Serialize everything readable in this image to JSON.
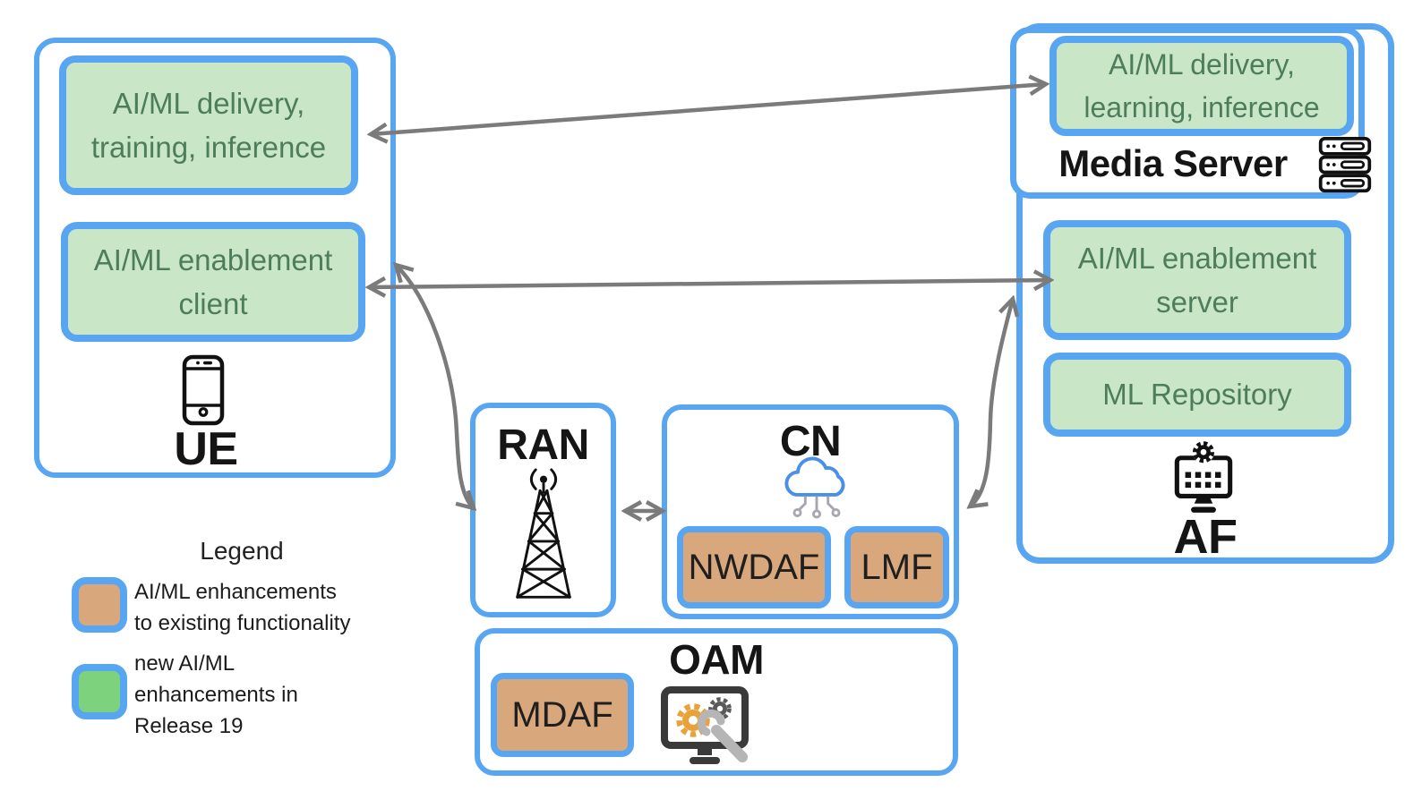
{
  "colors": {
    "accent_blue": "#58A6F2",
    "box_green": "#C9E7C7",
    "green_text": "#4E7D5B",
    "tan": "#D8A87C",
    "legend_green": "#7DD37D",
    "arrow_gray": "#7B7B7B",
    "title_black": "#151515"
  },
  "ue": {
    "label": "UE",
    "icon": "smartphone-icon",
    "boxes": [
      {
        "label": "AI/ML delivery,\ntraining, inference"
      },
      {
        "label": "AI/ML enablement\nclient"
      }
    ]
  },
  "ran": {
    "label": "RAN",
    "icon": "radio-tower-icon"
  },
  "cn": {
    "label": "CN",
    "icon": "cloud-network-icon",
    "boxes": [
      {
        "label": "NWDAF"
      },
      {
        "label": "LMF"
      }
    ]
  },
  "oam": {
    "label": "OAM",
    "icon": "monitor-gears-wrench-icon",
    "boxes": [
      {
        "label": "MDAF"
      }
    ]
  },
  "media_server": {
    "label": "Media Server",
    "icon": "server-rack-icon",
    "boxes": [
      {
        "label": "AI/ML delivery,\nlearning, inference"
      }
    ]
  },
  "af": {
    "label": "AF",
    "icon": "monitor-gear-icon",
    "boxes": [
      {
        "label": "AI/ML enablement\nserver"
      },
      {
        "label": "ML Repository"
      }
    ]
  },
  "legend": {
    "title": "Legend",
    "items": [
      {
        "swatch_color": "tan",
        "label": "AI/ML enhancements\nto existing functionality"
      },
      {
        "swatch_color": "legend_green",
        "label": "new AI/ML\nenhancements in\nRelease 19"
      }
    ]
  },
  "connections": [
    {
      "from": "media-server-delivery",
      "to": "ue-delivery",
      "style": "bidirectional"
    },
    {
      "from": "af-enablement-server",
      "to": "ue-enablement-client",
      "style": "bidirectional"
    },
    {
      "from": "ue",
      "to": "ran",
      "style": "bidirectional-curve"
    },
    {
      "from": "ran",
      "to": "cn",
      "style": "bidirectional"
    },
    {
      "from": "cn",
      "to": "af",
      "style": "bidirectional-curve"
    }
  ]
}
